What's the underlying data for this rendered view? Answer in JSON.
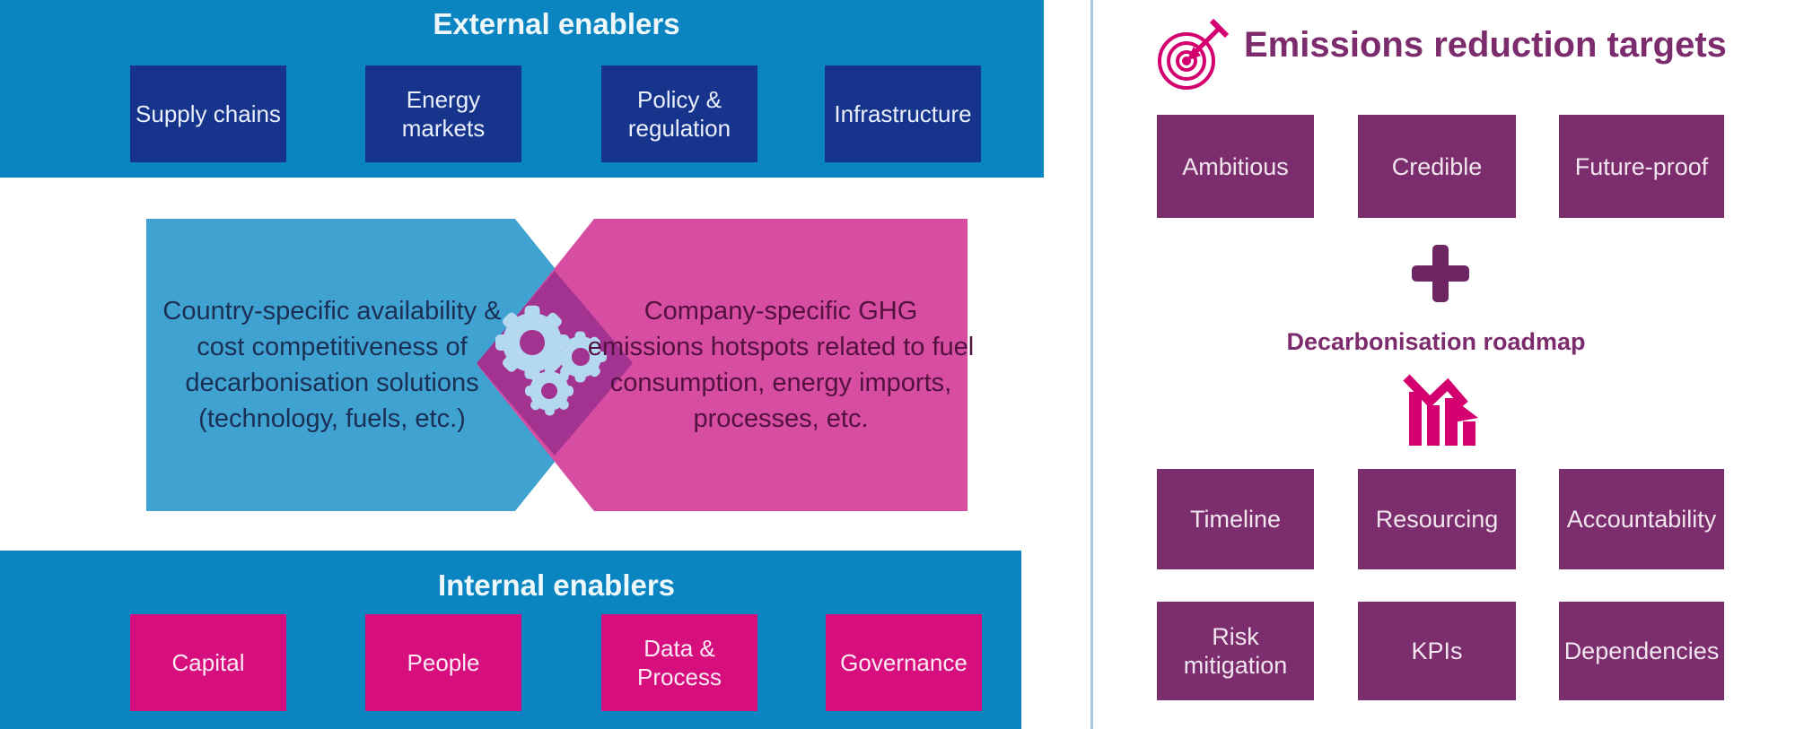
{
  "left": {
    "external": {
      "title": "External enablers",
      "items": [
        "Supply chains",
        "Energy markets",
        "Policy & regulation",
        "Infrastructure"
      ]
    },
    "match": {
      "country_text": "Country-specific availability & cost competitiveness of decarbonisation solutions (technology, fuels, etc.)",
      "company_text": "Company-specific GHG emissions hotspots related to fuel consumption, energy imports, processes, etc.",
      "center_icon": "gears-icon"
    },
    "internal": {
      "title": "Internal enablers",
      "items": [
        "Capital",
        "People",
        "Data & Process",
        "Governance"
      ]
    }
  },
  "right": {
    "title": "Emissions reduction targets",
    "title_icon": "target-dart-icon",
    "targets": [
      "Ambitious",
      "Credible",
      "Future-proof"
    ],
    "plus_icon": "plus-icon",
    "roadmap_title": "Decarbonisation roadmap",
    "roadmap_icon": "declining-bar-chart-icon",
    "roadmap_row1": [
      "Timeline",
      "Resourcing",
      "Accountability"
    ],
    "roadmap_row2": [
      "Risk mitigation",
      "KPIs",
      "Dependencies"
    ]
  },
  "colors": {
    "banner_blue": "#0a85c1",
    "navy_box": "#17348d",
    "arrow_blue": "#3fa2d1",
    "arrow_pink": "#d64da1",
    "overlap_magenta": "#a23390",
    "gear_light_blue": "#b5d8f1",
    "magenta_box": "#d60e7e",
    "purple_box": "#7b2d6d",
    "icon_crimson": "#d4006f",
    "title_purple": "#7c2b6d",
    "plus_purple": "#6e2563",
    "divider_light_blue": "#a6cbdf",
    "arrow_blue_text": "#1b2f55",
    "arrow_pink_text": "#531140"
  }
}
